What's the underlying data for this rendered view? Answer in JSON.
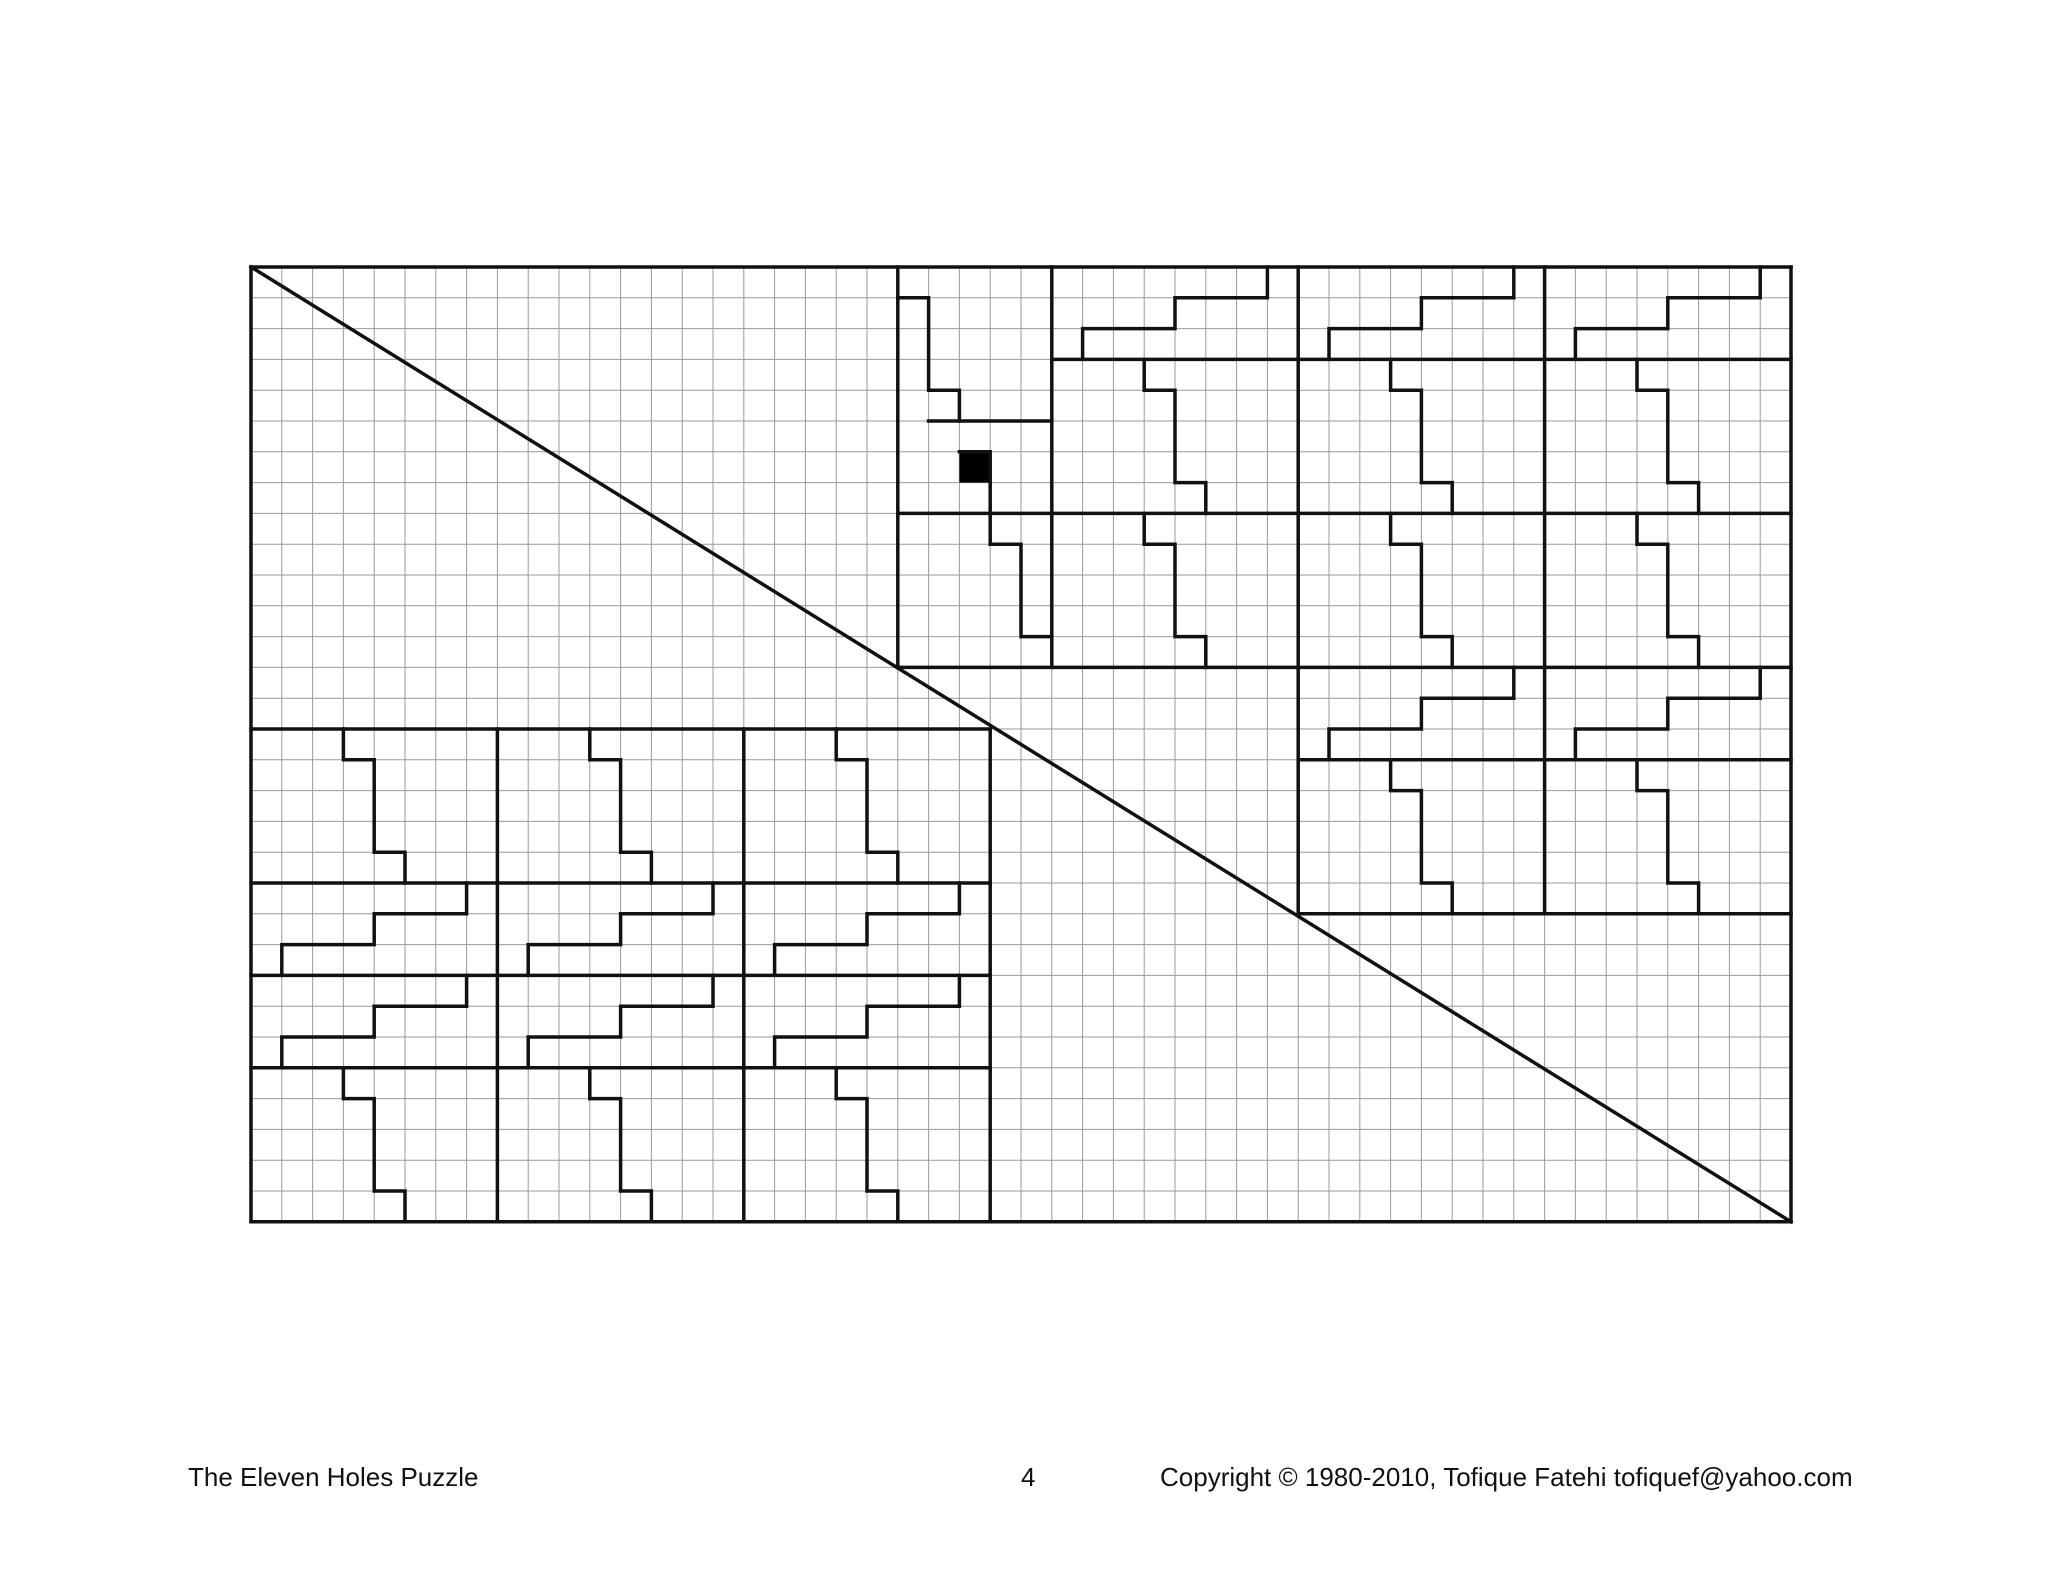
{
  "document": {
    "footer": {
      "title": "The Eleven Holes Puzzle",
      "page_number": "4",
      "copyright": "Copyright © 1980-2010, Tofique Fatehi tofiquef@yahoo.com"
    }
  },
  "figure": {
    "grid_cells": {
      "columns": 50,
      "rows": 31
    },
    "colors": {
      "fine_grid": "#9a9a9a",
      "bold_lines": "#111111",
      "hole": "#000000",
      "background": "#ffffff"
    },
    "hole_cell": {
      "col": 23,
      "row": 6
    },
    "cut_lines": [
      [
        0,
        0,
        50,
        0
      ],
      [
        50,
        0,
        50,
        31
      ],
      [
        50,
        31,
        0,
        31
      ],
      [
        0,
        31,
        0,
        0
      ],
      [
        0,
        0,
        50,
        31
      ],
      [
        21,
        0,
        21,
        13
      ],
      [
        21,
        13,
        50,
        13
      ],
      [
        26,
        0,
        26,
        13
      ],
      [
        34,
        0,
        34,
        21
      ],
      [
        42,
        0,
        42,
        21
      ],
      [
        26,
        3,
        50,
        3
      ],
      [
        26,
        8,
        50,
        8
      ],
      [
        21,
        8,
        26,
        8
      ],
      [
        22,
        5,
        26,
        5
      ],
      [
        34,
        16,
        50,
        16
      ],
      [
        34,
        21,
        50,
        21
      ],
      [
        0,
        15,
        24,
        15
      ],
      [
        24,
        15,
        24,
        31
      ],
      [
        8,
        15,
        8,
        31
      ],
      [
        16,
        15,
        16,
        31
      ],
      [
        0,
        20,
        24,
        20
      ],
      [
        0,
        23,
        24,
        23
      ],
      [
        0,
        26,
        24,
        26
      ]
    ],
    "zigzag_lines": [
      [
        [
          21,
          1
        ],
        [
          22,
          1
        ],
        [
          22,
          4
        ],
        [
          23,
          4
        ],
        [
          23,
          5
        ]
      ],
      [
        [
          23,
          6
        ],
        [
          24,
          6
        ],
        [
          24,
          9
        ],
        [
          25,
          9
        ],
        [
          25,
          12
        ],
        [
          26,
          12
        ]
      ],
      [
        [
          27,
          3
        ],
        [
          27,
          2
        ],
        [
          30,
          2
        ],
        [
          30,
          1
        ],
        [
          33,
          1
        ],
        [
          33,
          0
        ]
      ],
      [
        [
          35,
          3
        ],
        [
          35,
          2
        ],
        [
          38,
          2
        ],
        [
          38,
          1
        ],
        [
          41,
          1
        ],
        [
          41,
          0
        ]
      ],
      [
        [
          43,
          3
        ],
        [
          43,
          2
        ],
        [
          46,
          2
        ],
        [
          46,
          1
        ],
        [
          49,
          1
        ],
        [
          49,
          0
        ]
      ],
      [
        [
          35,
          16
        ],
        [
          35,
          15
        ],
        [
          38,
          15
        ],
        [
          38,
          14
        ],
        [
          41,
          14
        ],
        [
          41,
          13
        ]
      ],
      [
        [
          43,
          16
        ],
        [
          43,
          15
        ],
        [
          46,
          15
        ],
        [
          46,
          14
        ],
        [
          49,
          14
        ],
        [
          49,
          13
        ]
      ],
      [
        [
          29,
          3
        ],
        [
          29,
          4
        ],
        [
          30,
          4
        ],
        [
          30,
          7
        ],
        [
          31,
          7
        ],
        [
          31,
          8
        ]
      ],
      [
        [
          37,
          3
        ],
        [
          37,
          4
        ],
        [
          38,
          4
        ],
        [
          38,
          7
        ],
        [
          39,
          7
        ],
        [
          39,
          8
        ]
      ],
      [
        [
          45,
          3
        ],
        [
          45,
          4
        ],
        [
          46,
          4
        ],
        [
          46,
          7
        ],
        [
          47,
          7
        ],
        [
          47,
          8
        ]
      ],
      [
        [
          29,
          8
        ],
        [
          29,
          9
        ],
        [
          30,
          9
        ],
        [
          30,
          12
        ],
        [
          31,
          12
        ],
        [
          31,
          13
        ]
      ],
      [
        [
          37,
          8
        ],
        [
          37,
          9
        ],
        [
          38,
          9
        ],
        [
          38,
          12
        ],
        [
          39,
          12
        ],
        [
          39,
          13
        ]
      ],
      [
        [
          45,
          8
        ],
        [
          45,
          9
        ],
        [
          46,
          9
        ],
        [
          46,
          12
        ],
        [
          47,
          12
        ],
        [
          47,
          13
        ]
      ],
      [
        [
          37,
          16
        ],
        [
          37,
          17
        ],
        [
          38,
          17
        ],
        [
          38,
          20
        ],
        [
          39,
          20
        ],
        [
          39,
          21
        ]
      ],
      [
        [
          45,
          16
        ],
        [
          45,
          17
        ],
        [
          46,
          17
        ],
        [
          46,
          20
        ],
        [
          47,
          20
        ],
        [
          47,
          21
        ]
      ],
      [
        [
          3,
          15
        ],
        [
          3,
          16
        ],
        [
          4,
          16
        ],
        [
          4,
          19
        ],
        [
          5,
          19
        ],
        [
          5,
          20
        ]
      ],
      [
        [
          11,
          15
        ],
        [
          11,
          16
        ],
        [
          12,
          16
        ],
        [
          12,
          19
        ],
        [
          13,
          19
        ],
        [
          13,
          20
        ]
      ],
      [
        [
          19,
          15
        ],
        [
          19,
          16
        ],
        [
          20,
          16
        ],
        [
          20,
          19
        ],
        [
          21,
          19
        ],
        [
          21,
          20
        ]
      ],
      [
        [
          1,
          23
        ],
        [
          1,
          22
        ],
        [
          4,
          22
        ],
        [
          4,
          21
        ],
        [
          7,
          21
        ],
        [
          7,
          20
        ]
      ],
      [
        [
          9,
          23
        ],
        [
          9,
          22
        ],
        [
          12,
          22
        ],
        [
          12,
          21
        ],
        [
          15,
          21
        ],
        [
          15,
          20
        ]
      ],
      [
        [
          17,
          23
        ],
        [
          17,
          22
        ],
        [
          20,
          22
        ],
        [
          20,
          21
        ],
        [
          23,
          21
        ],
        [
          23,
          20
        ]
      ],
      [
        [
          1,
          26
        ],
        [
          1,
          25
        ],
        [
          4,
          25
        ],
        [
          4,
          24
        ],
        [
          7,
          24
        ],
        [
          7,
          23
        ]
      ],
      [
        [
          9,
          26
        ],
        [
          9,
          25
        ],
        [
          12,
          25
        ],
        [
          12,
          24
        ],
        [
          15,
          24
        ],
        [
          15,
          23
        ]
      ],
      [
        [
          17,
          26
        ],
        [
          17,
          25
        ],
        [
          20,
          25
        ],
        [
          20,
          24
        ],
        [
          23,
          24
        ],
        [
          23,
          23
        ]
      ],
      [
        [
          3,
          26
        ],
        [
          3,
          27
        ],
        [
          4,
          27
        ],
        [
          4,
          30
        ],
        [
          5,
          30
        ],
        [
          5,
          31
        ]
      ],
      [
        [
          11,
          26
        ],
        [
          11,
          27
        ],
        [
          12,
          27
        ],
        [
          12,
          30
        ],
        [
          13,
          30
        ],
        [
          13,
          31
        ]
      ],
      [
        [
          19,
          26
        ],
        [
          19,
          27
        ],
        [
          20,
          27
        ],
        [
          20,
          30
        ],
        [
          21,
          30
        ],
        [
          21,
          31
        ]
      ]
    ]
  }
}
